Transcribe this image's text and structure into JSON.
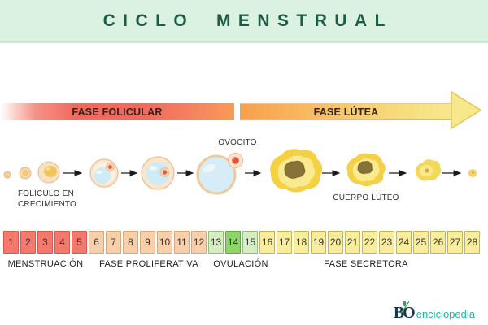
{
  "title": "CICLO MENSTRUAL",
  "arrow": {
    "follicular_label": "FASE FOLICULAR",
    "lutea_label": "FASE LÚTEA",
    "follicular_color": "#f16a5e",
    "lutea_color": "#f8e88c"
  },
  "follicle_diagram": {
    "ovocito_label": "OVOCITO",
    "foliculo_label_line1": "FOLÍCULO EN",
    "foliculo_label_line2": "CRECIMIENTO",
    "cuerpo_luteo_label": "CUERPO LÚTEO"
  },
  "calendar": {
    "days": [
      1,
      2,
      3,
      4,
      5,
      6,
      7,
      8,
      9,
      10,
      11,
      12,
      13,
      14,
      15,
      16,
      17,
      18,
      19,
      20,
      21,
      22,
      23,
      24,
      25,
      26,
      27,
      28
    ],
    "phases": [
      {
        "label": "MENSTRUACIÓN",
        "start": 1,
        "end": 5,
        "fill": "#f4796c",
        "border": "#d85a4b"
      },
      {
        "label": "FASE PROLIFERATIVA",
        "start": 6,
        "end": 12,
        "fill": "#f8cfa9",
        "border": "#d8a878"
      },
      {
        "label": "OVULACIÓN",
        "start": 13,
        "end": 15,
        "fill": "#d5edc0",
        "border": "#94bd7c",
        "peak_day": 14,
        "peak_fill": "#8fd466",
        "peak_border": "#67a844"
      },
      {
        "label": "FASE SECRETORA",
        "start": 16,
        "end": 28,
        "fill": "#f9ed9c",
        "border": "#bfb75e"
      }
    ]
  },
  "theme": {
    "header_band": "#dbf2e0",
    "title_color": "#1d5c49"
  },
  "footer": {
    "brand_b": "B",
    "brand_o": "O",
    "brand_text": "enciclopedia",
    "brand_color": "#2ab3a3"
  }
}
